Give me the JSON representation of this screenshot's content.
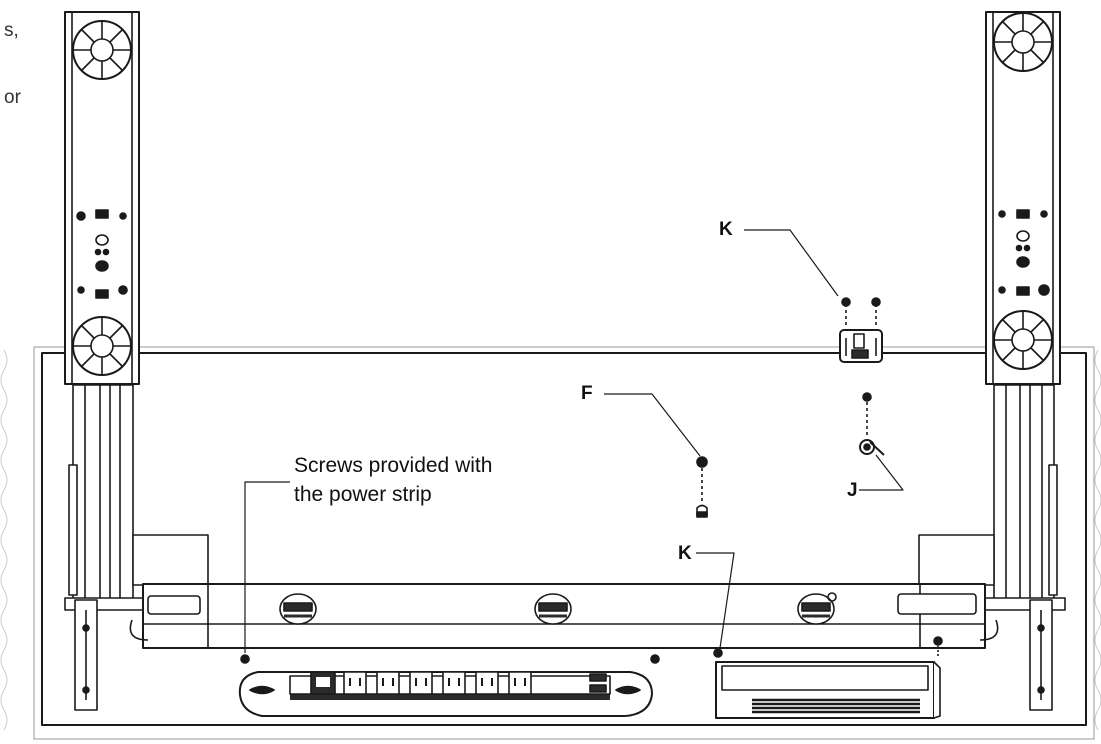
{
  "clipped_text": [
    "s,",
    "or"
  ],
  "labels": {
    "k_top": "K",
    "f": "F",
    "j": "J",
    "k_bottom": "K"
  },
  "caption": {
    "line1": "Screws provided with",
    "line2": "the power strip"
  },
  "colors": {
    "line": "#1a1a1a",
    "fill": "#ffffff",
    "shade": "#d9d9d9",
    "dark": "#2b2b2b"
  }
}
